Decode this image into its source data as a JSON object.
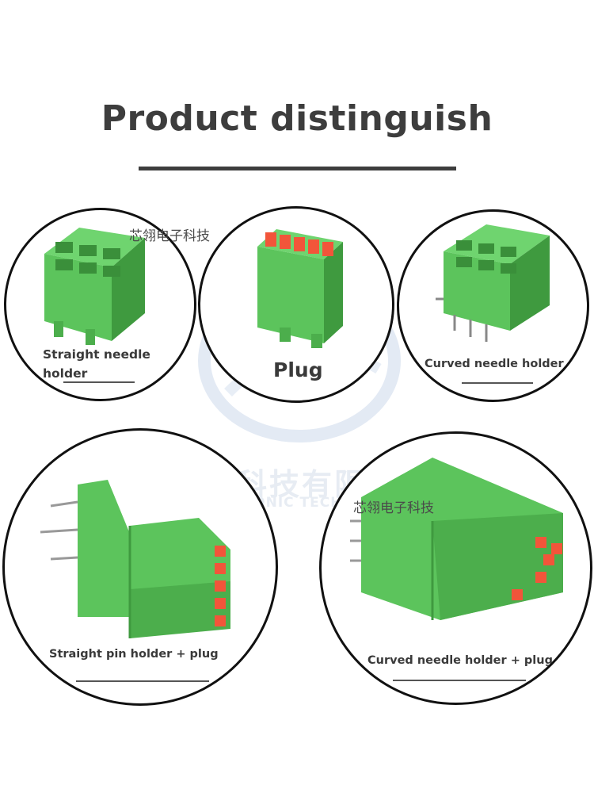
{
  "header": {
    "title": "Product distinguish"
  },
  "watermark": {
    "cn_top": "芯翎电子科技",
    "cn_mid": "芯翎电子科技",
    "cn_big": "芯翎电子科技有限公司",
    "en_band": "XINLING ELECTRONIC TECHNOLOGY CO."
  },
  "products": [
    {
      "label": "Straight needle holder"
    },
    {
      "label": "Plug"
    },
    {
      "label": "Curved needle holder"
    },
    {
      "label": "Straight pin holder + plug"
    },
    {
      "label": "Curved needle holder + plug"
    }
  ],
  "colors": {
    "connector_green": "#5cc45c",
    "connector_dark": "#3f9a3f",
    "plug_red": "#f2553a",
    "outline": "#111111"
  }
}
